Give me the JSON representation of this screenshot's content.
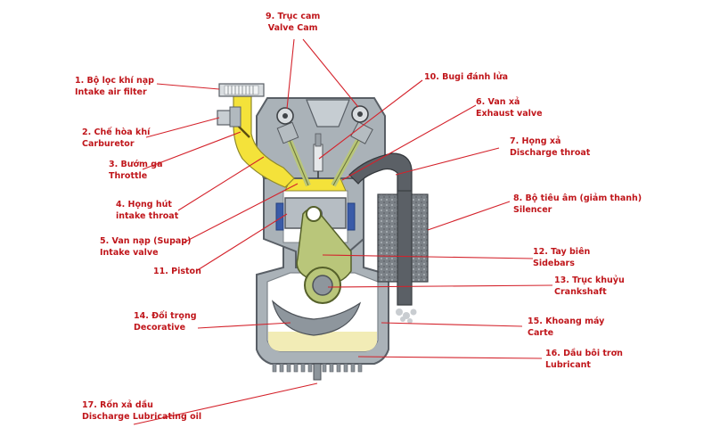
{
  "labels": [
    {
      "id": "1",
      "vi": "1. Bộ lọc khí nạp",
      "en": "Intake air filter"
    },
    {
      "id": "2",
      "vi": "2. Chế hòa khí",
      "en": "Carburetor"
    },
    {
      "id": "3",
      "vi": "3. Bướm ga",
      "en": "Throttle"
    },
    {
      "id": "4",
      "vi": "4. Họng hút",
      "en": "intake throat"
    },
    {
      "id": "5",
      "vi": "5. Van nạp (Supap)",
      "en": "Intake valve"
    },
    {
      "id": "6",
      "vi": "6. Van xả",
      "en": "Exhaust valve"
    },
    {
      "id": "7",
      "vi": "7. Họng xả",
      "en": "Discharge throat"
    },
    {
      "id": "8",
      "vi": "8. Bộ tiêu âm (giảm thanh)",
      "en": "Silencer"
    },
    {
      "id": "9",
      "vi": "9. Trục cam",
      "en": "Valve Cam"
    },
    {
      "id": "10",
      "vi": "10. Bugi đánh lửa",
      "en": ""
    },
    {
      "id": "11",
      "vi": "11. Piston",
      "en": ""
    },
    {
      "id": "12",
      "vi": "12. Tay biên",
      "en": "Sidebars"
    },
    {
      "id": "13",
      "vi": "13. Trục khuỷu",
      "en": "Crankshaft"
    },
    {
      "id": "14",
      "vi": "14. Đối trọng",
      "en": "Decorative"
    },
    {
      "id": "15",
      "vi": "15. Khoang máy",
      "en": "Carte"
    },
    {
      "id": "16",
      "vi": "16. Dầu bôi trơn",
      "en": "Lubricant"
    },
    {
      "id": "17",
      "vi": "17. Rốn xả dầu",
      "en": "Discharge Lubricating oil"
    }
  ],
  "colors": {
    "label_text": "#c0161b",
    "leader_line": "#d4222b",
    "engine_outline": "#595f66",
    "engine_gray": "#aab2b8",
    "intake_yellow": "#f4e23a",
    "exhaust_dark": "#5b6066",
    "piston_blue": "#3a5ba8",
    "connecting_rod": "#b9c67a",
    "crank_gray": "#8e969d",
    "oil": "#f2ecb6"
  }
}
